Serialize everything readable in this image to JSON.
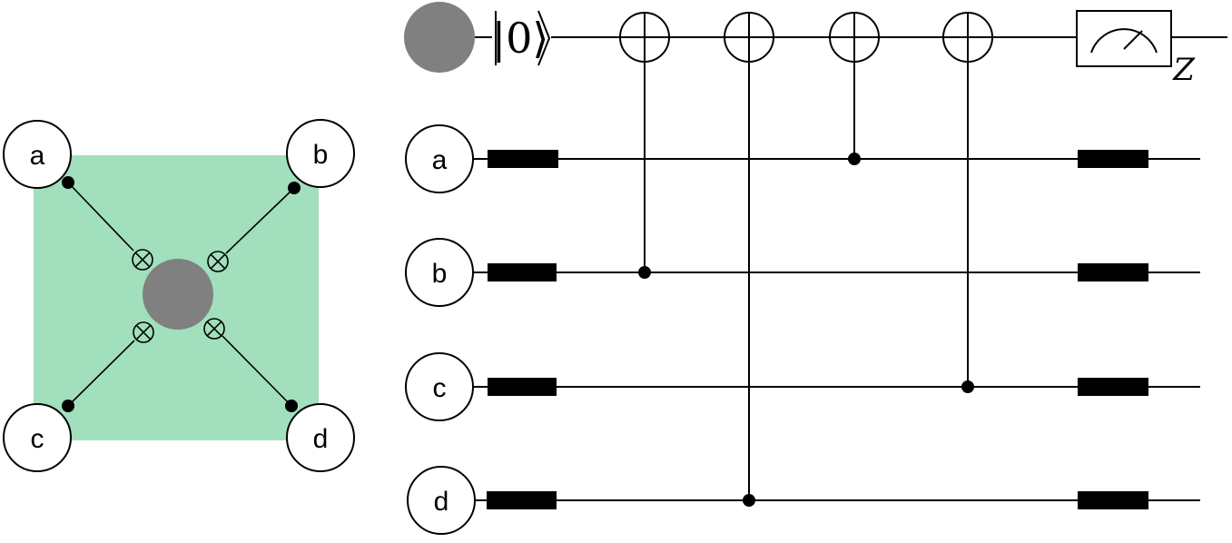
{
  "plaquette": {
    "fill_color": "#a2dfbc",
    "center_color": "#808080",
    "corners": [
      {
        "id": "a",
        "label": "a"
      },
      {
        "id": "b",
        "label": "b"
      },
      {
        "id": "c",
        "label": "c"
      },
      {
        "id": "d",
        "label": "d"
      }
    ]
  },
  "circuit": {
    "ancilla": {
      "color": "#808080",
      "init_state": "|0⟩",
      "measurement_label": "Z"
    },
    "qubits": [
      {
        "id": "a",
        "label": "a"
      },
      {
        "id": "b",
        "label": "b"
      },
      {
        "id": "c",
        "label": "c"
      },
      {
        "id": "d",
        "label": "d"
      }
    ],
    "cnots": [
      {
        "control": "b",
        "target": "ancilla"
      },
      {
        "control": "d",
        "target": "ancilla"
      },
      {
        "control": "a",
        "target": "ancilla"
      },
      {
        "control": "c",
        "target": "ancilla"
      }
    ]
  }
}
